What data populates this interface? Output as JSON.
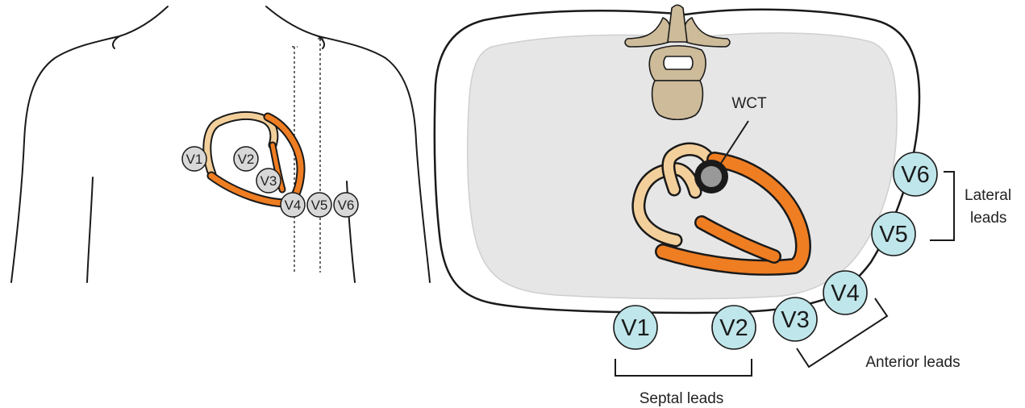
{
  "colors": {
    "outline": "#1a1a1a",
    "atrium": "#f3cf9b",
    "ventricle": "#ef7d22",
    "electrode_small": "#d8d8d8",
    "electrode_big": "#bfe6ea",
    "spine": "#cdbb9a",
    "thorax_inner": "#e6e6e6",
    "wct_center": "#999999"
  },
  "torso": {
    "leads": [
      "V1",
      "V2",
      "V3",
      "V4",
      "V5",
      "V6"
    ]
  },
  "cross_section": {
    "wct_label": "WCT",
    "leads": [
      "V1",
      "V2",
      "V3",
      "V4",
      "V5",
      "V6"
    ],
    "groups": {
      "septal": "Septal leads",
      "anterior": "Anterior leads",
      "lateral_line1": "Lateral",
      "lateral_line2": "leads"
    }
  }
}
